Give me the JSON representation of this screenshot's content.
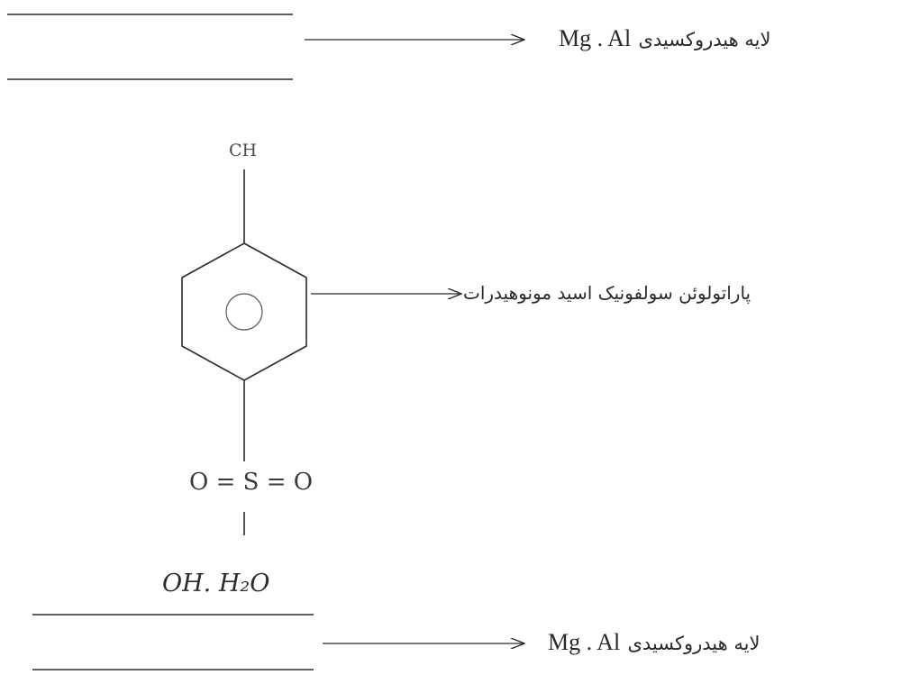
{
  "top_layer": {
    "label_fa": "لایه هیدروکسیدی",
    "label_latin": "Mg . Al"
  },
  "molecule": {
    "methyl_group": "CH",
    "label_fa": "پاراتولوئن سولفونیک اسید مونوهیدرات",
    "sulfonyl": "O = S = O",
    "hydroxyl_hydrate": "OH. H₂O"
  },
  "bottom_layer": {
    "label_fa": "لایه هیدروکسیدی",
    "label_latin": "Mg . Al"
  },
  "colors": {
    "ink": "#2a2a2a",
    "background": "#ffffff"
  }
}
